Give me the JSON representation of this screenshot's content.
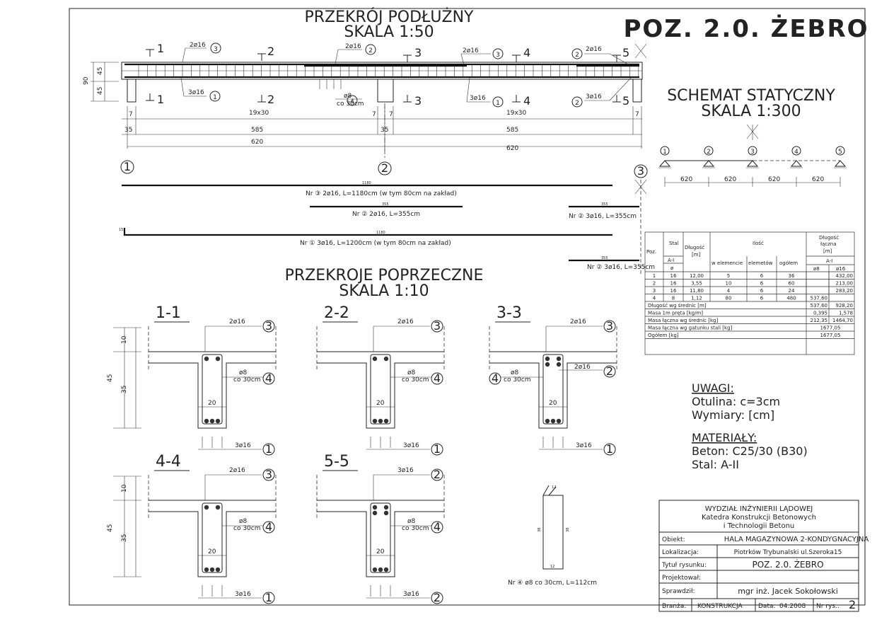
{
  "header": {
    "title": "POZ. 2.0. ŻEBRO"
  },
  "longitudinal": {
    "title": "PRZEKRÓJ PODŁUŻNY",
    "scale": "SKALA 1:50",
    "section_marks": [
      "1",
      "1",
      "2",
      "2",
      "3",
      "3",
      "4",
      "4",
      "5",
      "5"
    ],
    "bar_labels": [
      "2ø16",
      "2ø16",
      "2ø16",
      "3ø16",
      "3ø16",
      "3ø16",
      "3ø16",
      "2ø16"
    ],
    "stirrup_label_1": "ø8",
    "stirrup_label_2": "co 30cm",
    "height_dims": [
      "90",
      "45",
      "45"
    ],
    "dims_small": [
      "7",
      "7",
      "7",
      "7",
      "35",
      "35"
    ],
    "stirrup_spacing": [
      "19x30",
      "19x30"
    ],
    "spans_585": [
      "585",
      "585"
    ],
    "spans_620": [
      "620",
      "620"
    ],
    "axes": [
      "1",
      "2",
      "3"
    ],
    "callouts": [
      "3",
      "2",
      "1",
      "2",
      "4",
      "3",
      "1",
      "4",
      "2",
      "2"
    ]
  },
  "bar_schedule_drawings": {
    "bar3_len": "1180",
    "bar3_text": "Nr ③ 2ø16, L=1180cm (w tym 80cm na zakład)",
    "bar2a_len": "355",
    "bar2a_text": "Nr ② 2ø16, L=355cm",
    "bar2b_len": "355",
    "bar2b_text": "Nr ② 3ø16, L=355cm",
    "bar1_len": "1180",
    "bar1_hook": "15",
    "bar1_text": "Nr ① 3ø16, L=1200cm (w tym 80cm na zakład)",
    "bar2c_len": "355",
    "bar2c_text": "Nr ② 3ø16, L=355cm",
    "stirrup_text": "Nr ④ ø8 co 30cm, L=112cm",
    "stirrup_dims": [
      "12",
      "38",
      "38",
      "12"
    ]
  },
  "static_scheme": {
    "title": "SCHEMAT STATYCZNY",
    "scale": "SKALA 1:300",
    "supports": [
      "1",
      "2",
      "3",
      "4",
      "5"
    ],
    "spans": [
      "620",
      "620",
      "620",
      "620"
    ]
  },
  "cross_sections": {
    "title": "PRZEKROJE POPRZECZNE",
    "scale": "SKALA 1:10",
    "sections": [
      {
        "name": "1-1",
        "top_bar": "2ø16",
        "top_no": "3",
        "bottom_bar": "3ø16",
        "bottom_no": "1",
        "stirrup": "ø8",
        "stirrup2": "co 30cm",
        "stirrup_no": "4",
        "width": "20",
        "dims": [
          "45",
          "10",
          "35"
        ]
      },
      {
        "name": "2-2",
        "top_bar": "2ø16",
        "top_no": "3",
        "bottom_bar": "3ø16",
        "bottom_no": "1",
        "stirrup": "ø8",
        "stirrup2": "co 30cm",
        "stirrup_no": "4",
        "width": "20"
      },
      {
        "name": "3-3",
        "top_bar": "2ø16",
        "top_no": "3",
        "extra_bar": "2ø16",
        "extra_no": "2",
        "bottom_bar": "3ø16",
        "bottom_no": "1",
        "stirrup": "ø8",
        "stirrup2": "co 30cm",
        "stirrup_no": "4",
        "width": "20"
      },
      {
        "name": "4-4",
        "top_bar": "2ø16",
        "top_no": "3",
        "bottom_bar": "3ø16",
        "bottom_no": "1",
        "stirrup": "ø8",
        "stirrup2": "co 30cm",
        "stirrup_no": "4",
        "width": "20",
        "dims": [
          "45",
          "10",
          "35"
        ]
      },
      {
        "name": "5-5",
        "top_bar": "3ø16",
        "top_no": "2",
        "bottom_bar": "3ø16",
        "bottom_no": "2",
        "stirrup": "ø8",
        "stirrup2": "co 30cm",
        "stirrup_no": "4",
        "width": "20"
      }
    ]
  },
  "steel_table": {
    "headers": {
      "poz": "Poz.",
      "stal": "Stal",
      "stal_grade": "A-I",
      "diam": "ø",
      "dlugosc": "Długość",
      "dlugosc_unit": "[m]",
      "ilosc": "Ilość",
      "w_elemencie": "w elemencie",
      "elementow": "elemetów",
      "ogolem": "ogółem",
      "dl_laczna": "Długość",
      "dl_laczna2": "łączna",
      "dl_laczna_unit": "[m]",
      "grade": "A-I",
      "d8": "ø8",
      "d16": "ø16"
    },
    "rows": [
      [
        "1",
        "16",
        "12,00",
        "5",
        "6",
        "36",
        "",
        "432,00"
      ],
      [
        "2",
        "16",
        "3,55",
        "10",
        "6",
        "60",
        "",
        "213,00"
      ],
      [
        "3",
        "16",
        "11,80",
        "4",
        "6",
        "24",
        "",
        "283,20"
      ],
      [
        "4",
        "8",
        "1,12",
        "80",
        "6",
        "480",
        "537,60",
        ""
      ]
    ],
    "summary": [
      [
        "Długość wg średnic [m]",
        "537,60",
        "928,20"
      ],
      [
        "Masa 1m pręta [kg/m]",
        "0,395",
        "1,578"
      ],
      [
        "Masa łączna wg średnic [kg]",
        "212,35",
        "1464,70"
      ],
      [
        "Masa łączna wg gatunku stali [kg]",
        "1677,05"
      ],
      [
        "Ogółem [kg]",
        "1677,05"
      ]
    ]
  },
  "notes": {
    "uwagi_title": "UWAGI:",
    "otulina": "Otulina: c=3cm",
    "wymiary": "Wymiary: [cm]",
    "materialy_title": "MATERIAŁY:",
    "beton": "Beton: C25/30 (B30)",
    "stal": "Stal: A-II"
  },
  "title_block": {
    "faculty_1": "WYDZIAŁ INŻYNIERII LĄDOWEJ",
    "faculty_2": "Katedra Konstrukcji Betonowych",
    "faculty_3": "i Technologii Betonu",
    "obiekt_label": "Obiekt:",
    "obiekt": "HALA MAGAZYNOWA 2-KONDYGNACYJNA",
    "lokalizacja_label": "Lokalizacja:",
    "lokalizacja": "Piotrków Trybunalski ul.Szeroka15",
    "tytul_label": "Tytuł rysunku:",
    "tytul": "POZ. 2.0. ŻEBRO",
    "projektowal_label": "Projektował:",
    "projektowal": "",
    "sprawdzil_label": "Sprawdził:",
    "sprawdzil": "mgr inż. Jacek Sokołowski",
    "branza_label": "Branża:",
    "branza": "KONSTRUKCJA",
    "data_label": "Data:",
    "data": "04.2008",
    "nr_label": "Nr rys.:",
    "nr": "2"
  }
}
